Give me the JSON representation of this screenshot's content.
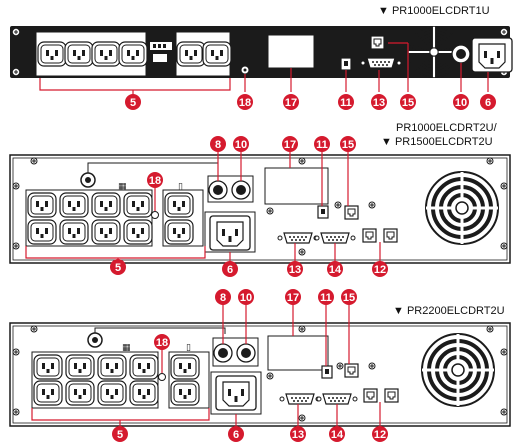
{
  "theme": {
    "callout_color": "#d51a2e",
    "panel_color": "#1b1b1b",
    "line_color": "#d51a2e"
  },
  "panels": [
    {
      "model_label": "▼ PR1000ELCDRT1U",
      "callouts": [
        "5",
        "18",
        "17",
        "11",
        "13",
        "15",
        "10",
        "6"
      ]
    },
    {
      "model_label_line1": "PR1000ELCDRT2U/",
      "model_label_line2": "▼ PR1500ELCDRT2U",
      "callouts": [
        "8",
        "10",
        "17",
        "11",
        "15",
        "18",
        "5",
        "6",
        "13",
        "14",
        "12"
      ]
    },
    {
      "model_label": "▼ PR2200ELCDRT2U",
      "callouts": [
        "8",
        "10",
        "17",
        "11",
        "15",
        "18",
        "5",
        "6",
        "13",
        "14",
        "12"
      ]
    }
  ]
}
